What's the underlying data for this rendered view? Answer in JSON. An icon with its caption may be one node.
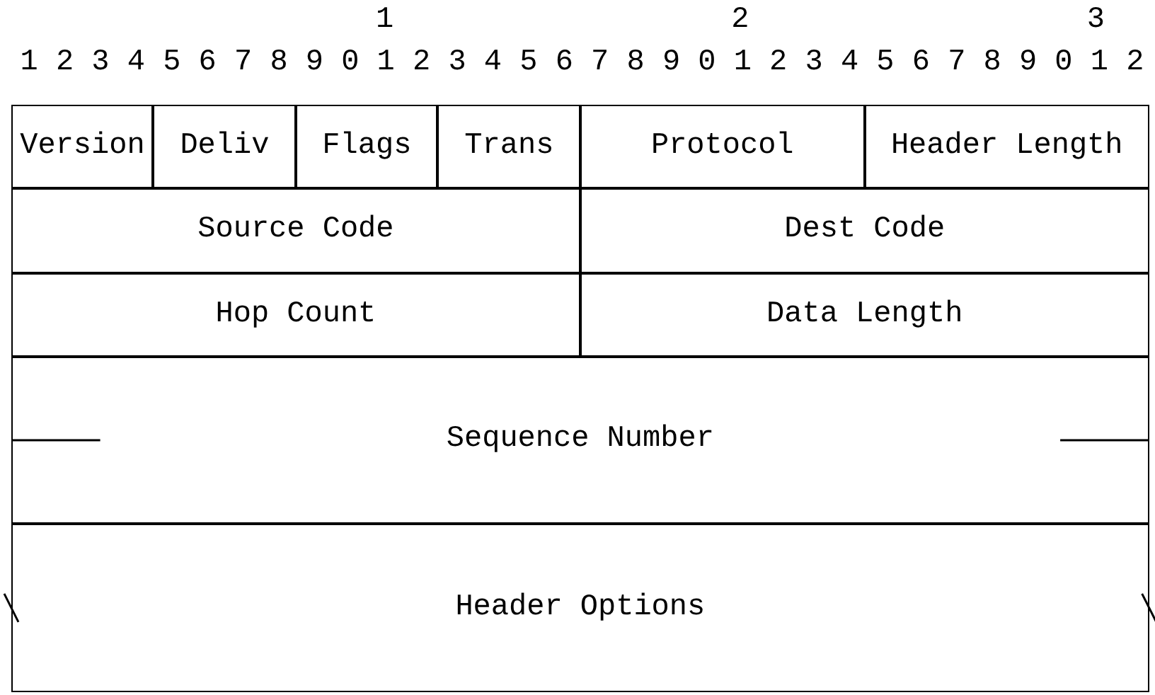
{
  "diagram": {
    "nodes": [
      {
        "text": [
          "Version"
        ]
      },
      {
        "text": [
          "Deliv"
        ]
      },
      {
        "text": [
          "Flags"
        ]
      },
      {
        "text": [
          "Trans"
        ]
      },
      {
        "text": [
          "Protocol"
        ]
      },
      {
        "text": [
          "Header Length"
        ]
      },
      {
        "text": [
          "Source Code"
        ]
      },
      {
        "text": [
          "Dest Code"
        ]
      },
      {
        "text": [
          "Hop Count"
        ]
      },
      {
        "text": [
          "Data Length"
        ]
      },
      {
        "text": [
          "Sequence Number"
        ]
      },
      {
        "text": [
          "Header Options"
        ]
      }
    ],
    "labels": [
      "1",
      "2",
      "3",
      "1 2 3 4 5 6 7 8 9 0 1 2 3 4 5 6 7 8 9 0 1 2 3 4 5 6 7 8 9 0 1 2"
    ]
  }
}
